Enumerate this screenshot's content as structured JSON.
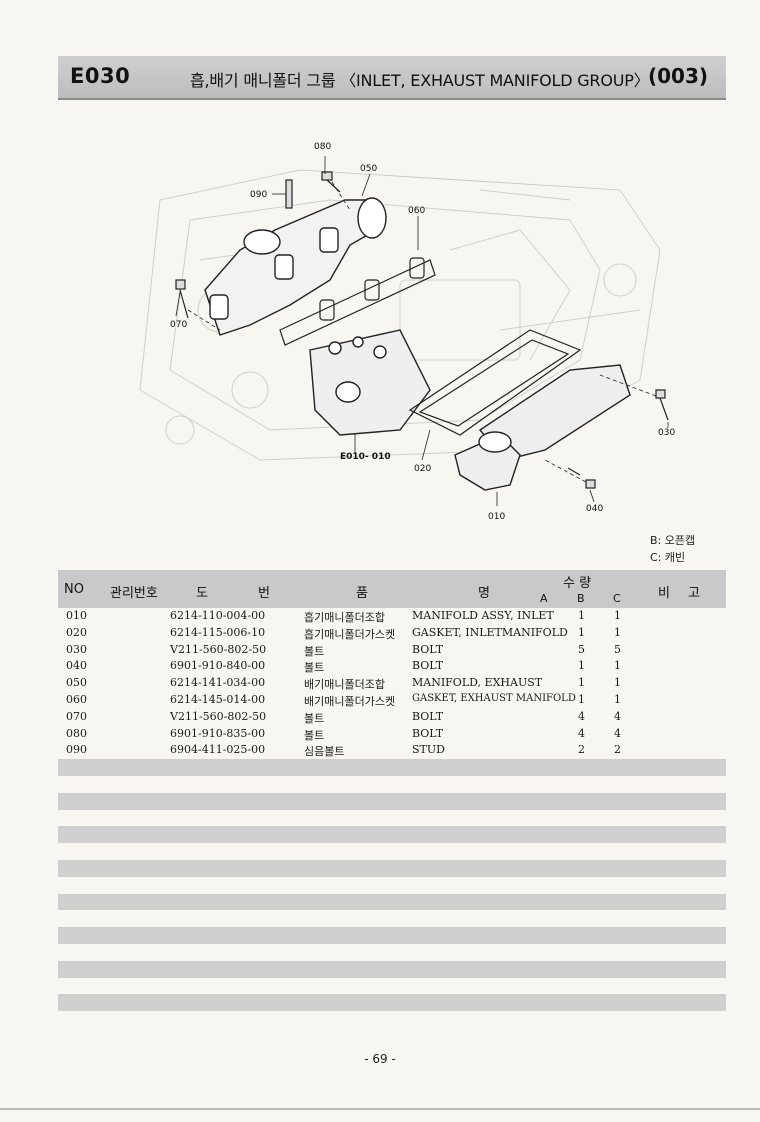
{
  "header": {
    "code": "E030",
    "title": "흡,배기 매니폴더 그룹 〈INLET, EXHAUST MANIFOLD GROUP〉",
    "page_code": "(003)"
  },
  "diagram": {
    "callouts": [
      "080",
      "050",
      "090",
      "060",
      "070",
      "030",
      "E010- 010",
      "020",
      "010",
      "040"
    ]
  },
  "notes": {
    "b": "B: 오픈캡",
    "c": "C: 캐빈"
  },
  "table": {
    "headers": {
      "no": "NO",
      "mgmt": "관리번호",
      "drawing1": "도",
      "drawing2": "번",
      "name1": "품",
      "name2": "명",
      "qty": "수 량",
      "qa": "A",
      "qb": "B",
      "qc": "C",
      "remark1": "비",
      "remark2": "고"
    },
    "rows": [
      {
        "no": "010",
        "part": "6214-110-004-00",
        "kr": "흡기매니폴더조합",
        "en": "MANIFOLD  ASSY, INLET",
        "b": "1",
        "c": "1"
      },
      {
        "no": "020",
        "part": "6214-115-006-10",
        "kr": "흡기매니폴더가스켓",
        "en": "GASKET,  INLETMANIFOLD",
        "b": "1",
        "c": "1"
      },
      {
        "no": "030",
        "part": "V211-560-802-50",
        "kr": "볼트",
        "en": "BOLT",
        "b": "5",
        "c": "5"
      },
      {
        "no": "040",
        "part": "6901-910-840-00",
        "kr": "볼트",
        "en": "BOLT",
        "b": "1",
        "c": "1"
      },
      {
        "no": "050",
        "part": "6214-141-034-00",
        "kr": "배기매니폴더조합",
        "en": "MANIFOLD,  EXHAUST",
        "b": "1",
        "c": "1"
      },
      {
        "no": "060",
        "part": "6214-145-014-00",
        "kr": "배기매니폴더가스켓",
        "en": "GASKET,  EXHAUST MANIFOLD",
        "b": "1",
        "c": "1"
      },
      {
        "no": "070",
        "part": "V211-560-802-50",
        "kr": "볼트",
        "en": "BOLT",
        "b": "4",
        "c": "4"
      },
      {
        "no": "080",
        "part": "6901-910-835-00",
        "kr": "볼트",
        "en": "BOLT",
        "b": "4",
        "c": "4"
      },
      {
        "no": "090",
        "part": "6904-411-025-00",
        "kr": "심음볼트",
        "en": "STUD",
        "b": "2",
        "c": "2"
      }
    ]
  },
  "footer": {
    "page_number": "- 69 -"
  }
}
